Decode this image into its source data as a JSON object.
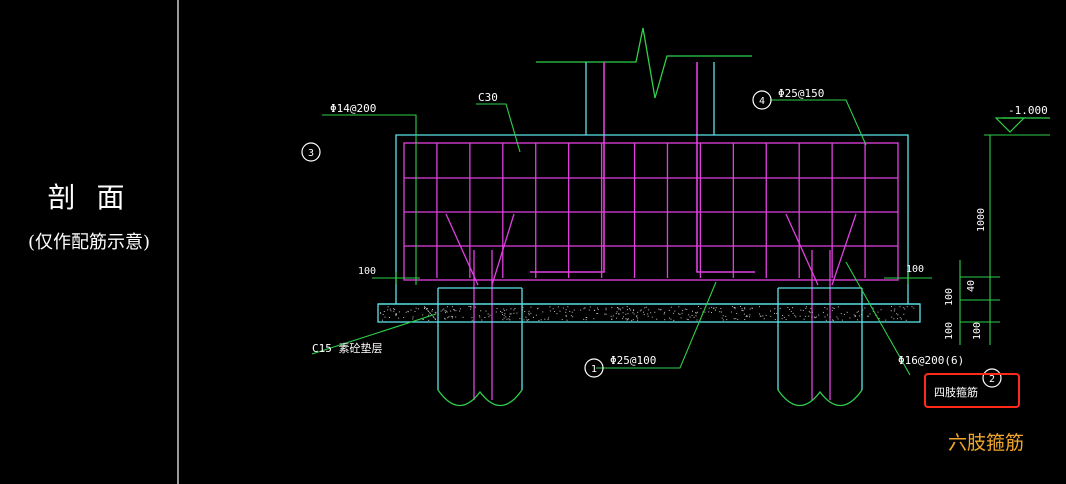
{
  "side_panel": {
    "title": "剖 面",
    "subtitle": "(仅作配筋示意)"
  },
  "labels": {
    "rebar_3": "Φ14@200",
    "concrete": "C30",
    "rebar_4": "Φ25@150",
    "elevation": "-1.000",
    "height_total": "1000",
    "dim_left": "100",
    "dim_right": "100",
    "dim_40": "40",
    "dim_100a": "100",
    "dim_100b": "100",
    "dim_100c": "100",
    "bed": "C15  素砼垫层",
    "rebar_1": "Φ25@100",
    "rebar_2": "Φ16@200(6)",
    "stirrup": "四肢箍筋",
    "annotation": "六肢箍筋"
  },
  "markers": {
    "m1": "1",
    "m2": "2",
    "m3": "3",
    "m4": "4"
  },
  "colors": {
    "outline": "#5be3ea",
    "rebar": "#e040e0",
    "leader": "#2fd04a",
    "text": "#ffffff",
    "highlight": "#ff2a1a",
    "annotation": "#f0a72b"
  }
}
